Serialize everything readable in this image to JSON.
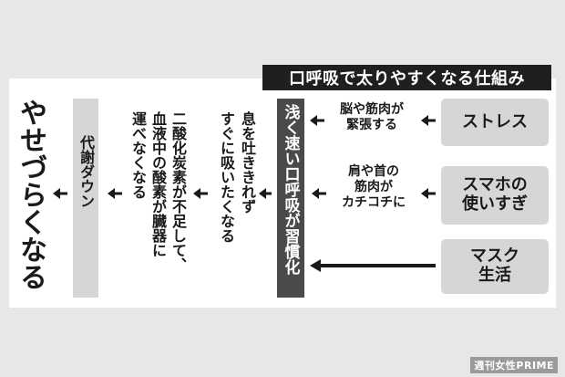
{
  "title": "口呼吸で太りやすくなる仕組み",
  "causes": [
    {
      "line1": "ストレス",
      "line2": ""
    },
    {
      "line1": "スマホの",
      "line2": "使いすぎ"
    },
    {
      "line1": "マスク",
      "line2": "生活"
    }
  ],
  "effects": [
    {
      "line1": "脳や筋肉が",
      "line2": "緊張する"
    },
    {
      "line1": "肩や首の",
      "line2": "筋肉が",
      "line3": "カチコチに"
    }
  ],
  "habit_strip": "浅く速い口呼吸が習慣化",
  "breath_col1": "息を吐ききれず",
  "breath_col2": "すぐに吸いたくなる",
  "co2_col1": "二酸化炭素が不足して、",
  "co2_col2": "血液中の酸素が臓器に",
  "co2_col3": "運べなくなる",
  "metabolism_strip": "代謝ダウン",
  "result": "やせづらくなる",
  "watermark": "週刊女性PRIME",
  "colors": {
    "box": "#d6d6d6",
    "dark": "#1f1f1f",
    "strip": "#4a4a4a",
    "panel": "#ffffff",
    "background": "#e7e7e7"
  }
}
